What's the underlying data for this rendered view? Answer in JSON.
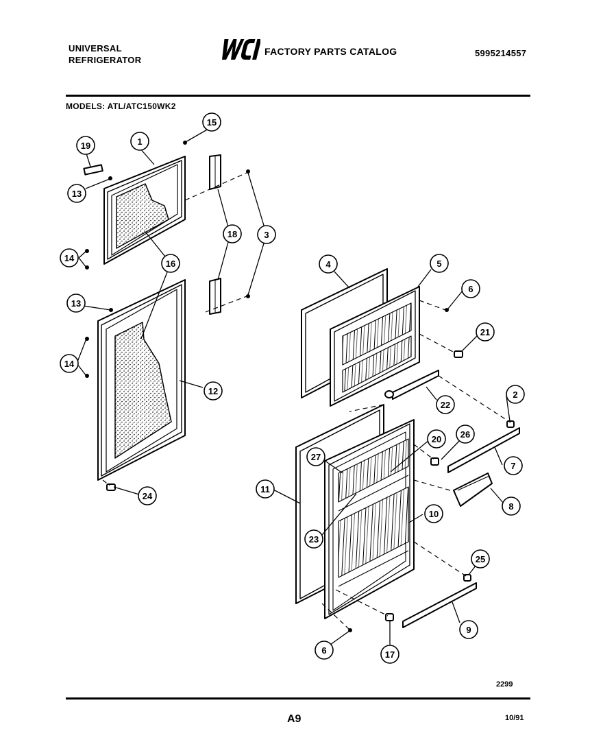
{
  "header": {
    "brand_line1": "UNIVERSAL",
    "brand_line2": "REFRIGERATOR",
    "logo_text": "WCI",
    "catalog_title": "FACTORY PARTS CATALOG",
    "part_number": "5995214557",
    "models": "MODELS: ATL/ATC150WK2"
  },
  "callouts": [
    "1",
    "2",
    "3",
    "4",
    "5",
    "6",
    "7",
    "8",
    "9",
    "10",
    "11",
    "12",
    "13",
    "14",
    "15",
    "16",
    "17",
    "18",
    "19",
    "20",
    "21",
    "22",
    "23",
    "24",
    "25",
    "26",
    "27"
  ],
  "footer": {
    "figure_number": "2299",
    "page_id": "A9",
    "date": "10/91"
  }
}
